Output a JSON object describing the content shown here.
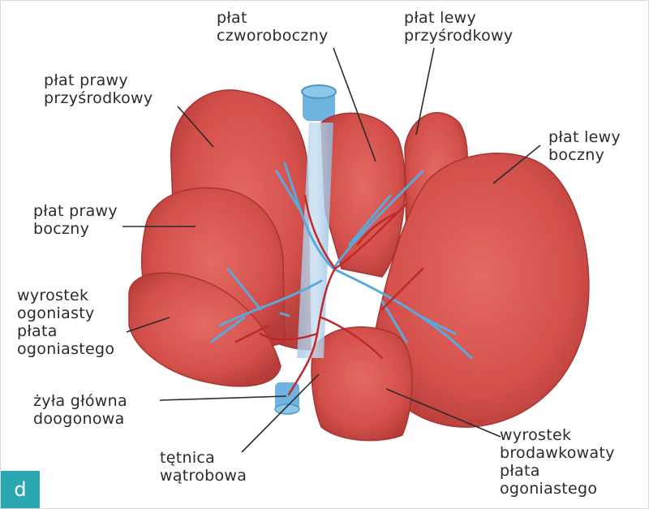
{
  "labels": {
    "plat_czworoboczny": "płat\nczworoboczny",
    "plat_lewy_przysrodkowy": "płat lewy\nprzyśrodkowy",
    "plat_prawy_przysrodkowy": "płat prawy\nprzyśrodkowy",
    "plat_lewy_boczny": "płat lewy\nboczny",
    "plat_prawy_boczny": "płat prawy\nboczny",
    "wyrostek_ogoniasty": "wyrostek\nogoniasty\npłata\nogoniastego",
    "zyla_glowna": "żyła główna\ndoogonowa",
    "tetnica_watrobowa": "tętnica\nwątrobowa",
    "wyrostek_brodawkowaty": "wyrostek\nbrodawkowaty\npłata\nogoniastego"
  },
  "panel_letter": "d",
  "colors": {
    "liver": "#d9534f",
    "liver_dark": "#b93b38",
    "vein_blue": "#5aa9dc",
    "artery_red": "#c0282b",
    "badge": "#2aa7b0"
  }
}
